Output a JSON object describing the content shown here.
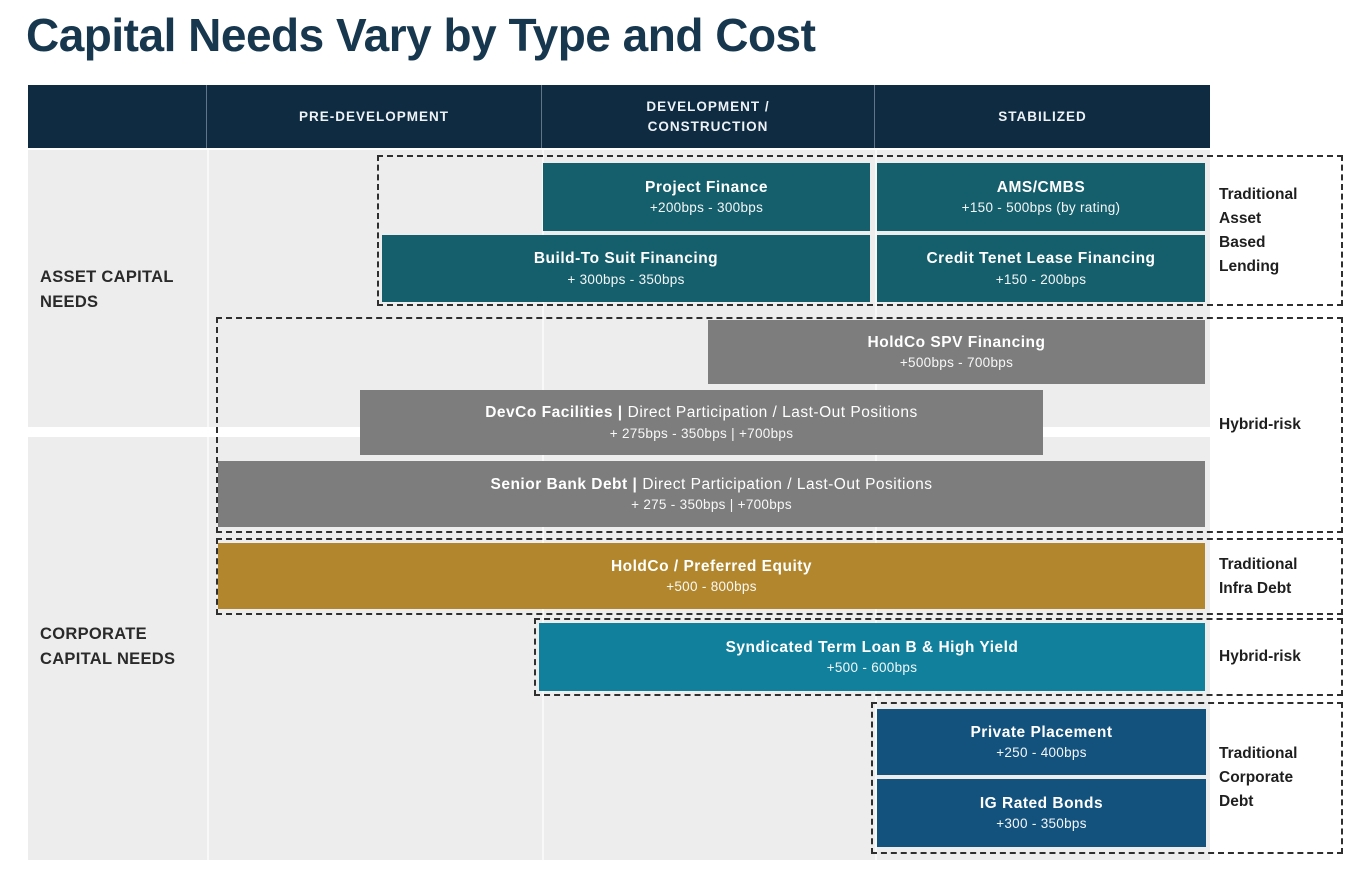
{
  "page": {
    "title": "Capital Needs Vary by Type and Cost"
  },
  "header": {
    "columns": [
      "",
      "PRE-DEVELOPMENT",
      "DEVELOPMENT / CONSTRUCTION",
      "STABILIZED"
    ]
  },
  "row_labels": {
    "asset": "ASSET CAPITAL NEEDS",
    "corporate": "CORPORATE CAPITAL NEEDS"
  },
  "bars": {
    "project_finance": {
      "title": "Project Finance",
      "subtitle": "+200bps - 300bps"
    },
    "ams_cmbs": {
      "title": "AMS/CMBS",
      "subtitle": "+150 - 500bps (by rating)"
    },
    "build_to_suit": {
      "title": "Build-To Suit Financing",
      "subtitle": "+ 300bps - 350bps"
    },
    "credit_tenet": {
      "title": "Credit Tenet Lease Financing",
      "subtitle": "+150 - 200bps"
    },
    "holdco_spv": {
      "title": "HoldCo SPV Financing",
      "subtitle": "+500bps - 700bps"
    },
    "devco": {
      "title_bold": "DevCo Facilities |",
      "title_rest": "Direct Participation / Last-Out Positions",
      "subtitle": "+ 275bps - 350bps | +700bps"
    },
    "senior_bank": {
      "title_bold": "Senior Bank Debt |",
      "title_rest": "Direct Participation / Last-Out Positions",
      "subtitle": "+ 275 - 350bps | +700bps"
    },
    "holdco_pref": {
      "title": "HoldCo / Preferred Equity",
      "subtitle": "+500 - 800bps"
    },
    "syndicated": {
      "title": "Syndicated Term Loan B & High Yield",
      "subtitle": "+500 - 600bps"
    },
    "private_placement": {
      "title": "Private Placement",
      "subtitle": "+250 - 400bps"
    },
    "ig_bonds": {
      "title": "IG Rated Bonds",
      "subtitle": "+300 - 350bps"
    }
  },
  "group_labels": {
    "asset_lending": {
      "lines": [
        "Traditional",
        "Asset",
        "Based",
        "Lending"
      ]
    },
    "hybrid_risk_1": {
      "lines": [
        "Hybrid-risk"
      ]
    },
    "infra_debt": {
      "lines": [
        "Traditional",
        "Infra Debt"
      ]
    },
    "hybrid_risk_2": {
      "lines": [
        "Hybrid-risk"
      ]
    },
    "corporate_debt": {
      "lines": [
        "Traditional",
        "Corporate",
        "Debt"
      ]
    }
  },
  "colors": {
    "title_navy": "#17374f",
    "header_navy": "#0e2b42",
    "body_gray": "#ededed",
    "bar_teal": "#155f6c",
    "bar_gray": "#7d7d7d",
    "bar_gold": "#b1862c",
    "bar_light_teal": "#11809d",
    "bar_dark_blue": "#14527e"
  }
}
